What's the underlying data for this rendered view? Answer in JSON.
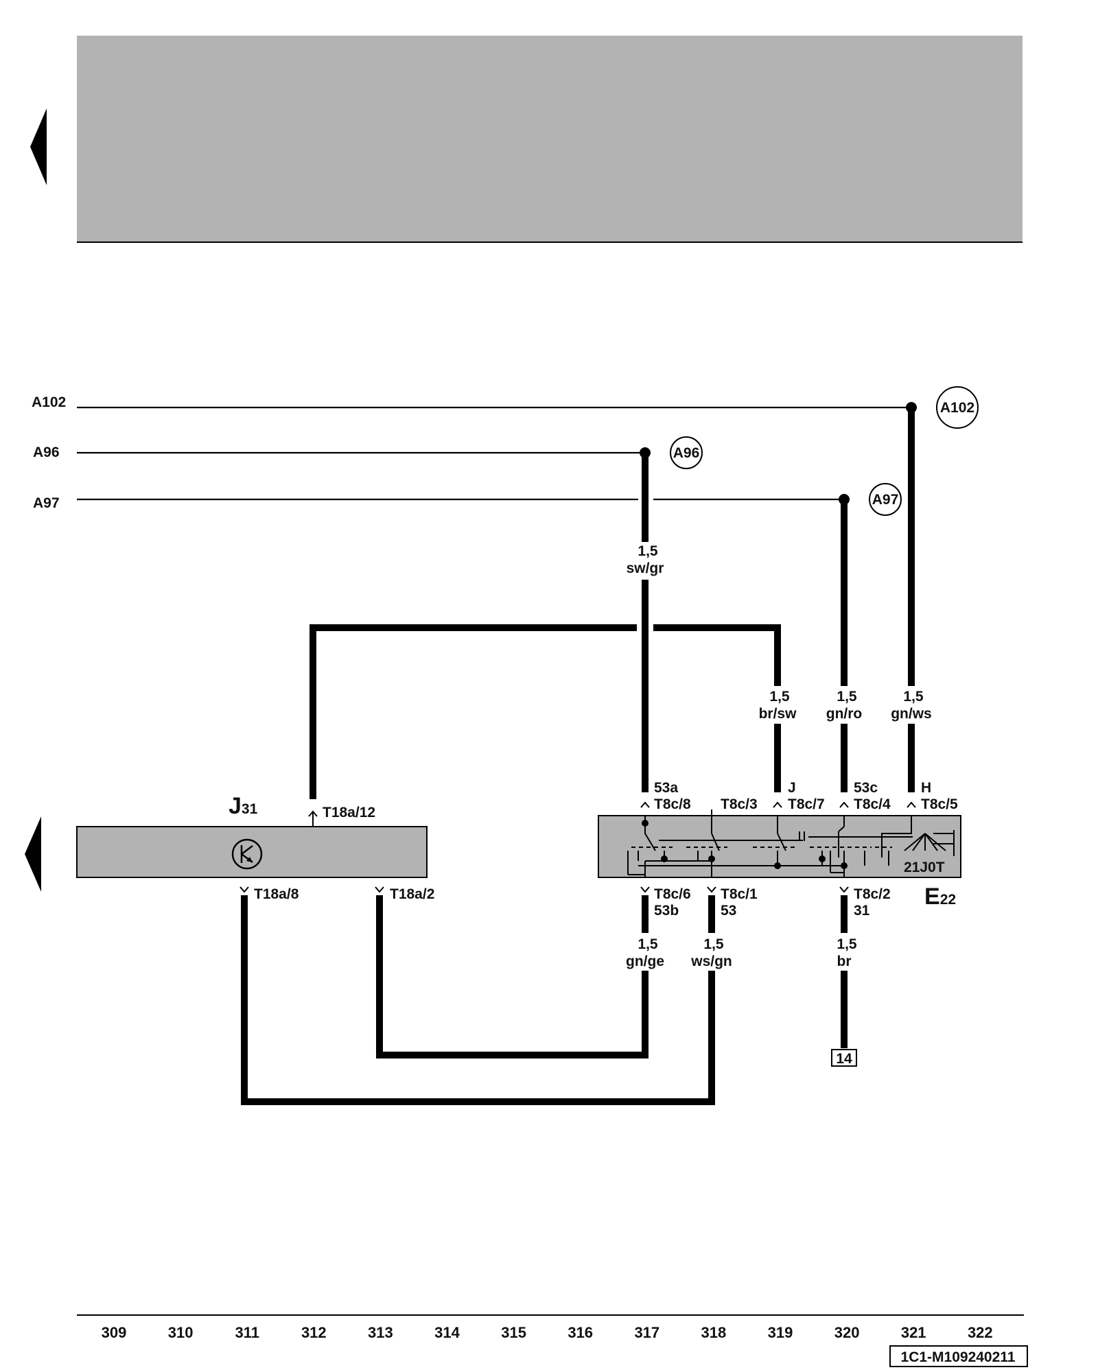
{
  "ground_lines": [
    {
      "label": "A102",
      "circle": "A102"
    },
    {
      "label": "A96",
      "circle": "A96"
    },
    {
      "label": "A97",
      "circle": "A97"
    }
  ],
  "components": {
    "J31": {
      "letter": "J",
      "sub": "31",
      "pins": {
        "top": "T18a/12",
        "left_bottom": "T18a/8",
        "right_bottom": "T18a/2"
      }
    },
    "E22": {
      "letter": "E",
      "sub": "22",
      "code": "21J0T"
    }
  },
  "e22_pins_top": [
    {
      "func": "53a",
      "pin": "T8c/8"
    },
    {
      "func": "",
      "pin": "T8c/3"
    },
    {
      "func": "J",
      "pin": "T8c/7"
    },
    {
      "func": "53c",
      "pin": "T8c/4"
    },
    {
      "func": "H",
      "pin": "T8c/5"
    }
  ],
  "e22_pins_bottom": [
    {
      "pin": "T8c/6",
      "func": "53b"
    },
    {
      "pin": "T8c/1",
      "func": "53"
    },
    {
      "pin": "T8c/2",
      "func": "31"
    }
  ],
  "wires": [
    {
      "size": "1,5",
      "color": "sw/gr"
    },
    {
      "size": "1,5",
      "color": "br/sw"
    },
    {
      "size": "1,5",
      "color": "gn/ro"
    },
    {
      "size": "1,5",
      "color": "gn/ws"
    },
    {
      "size": "1,5",
      "color": "gn/ge"
    },
    {
      "size": "1,5",
      "color": "ws/gn"
    },
    {
      "size": "1,5",
      "color": "br"
    }
  ],
  "ground_ref": "14",
  "track_numbers": [
    "309",
    "310",
    "311",
    "312",
    "313",
    "314",
    "315",
    "316",
    "317",
    "318",
    "319",
    "320",
    "321",
    "322"
  ],
  "doc_code": "1C1-M109240211",
  "colors": {
    "header_bar": "#b3b3b3",
    "component_fill": "#b3b3b3",
    "line": "#000000"
  }
}
